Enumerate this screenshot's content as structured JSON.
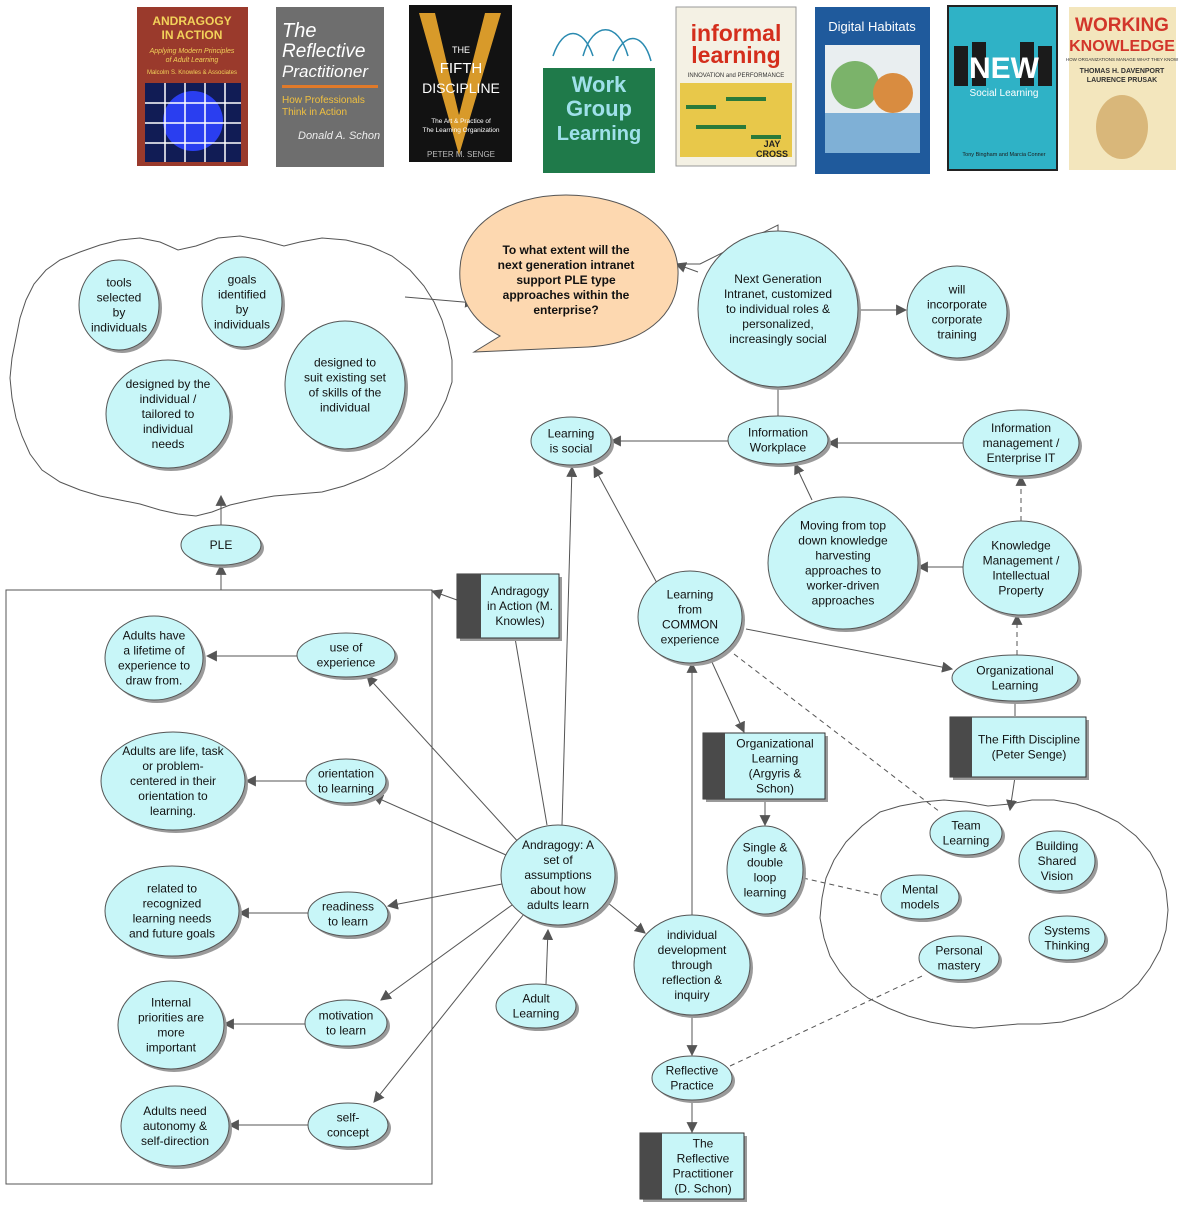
{
  "colors": {
    "node_fill": "#c8f6f8",
    "node_stroke": "#555555",
    "shadow": "#9a9a9a",
    "bubble_fill": "#fdd8b0",
    "edge": "#555555",
    "book_band": "#4a4a4a"
  },
  "books": [
    {
      "title": "ANDRAGOGY IN ACTION",
      "subtitle": "Applying Modern Principles of Adult Learning",
      "author": "Malcolm S. Knowles & Associates",
      "bg": "#9a3a2c",
      "fg": "#f2d25a"
    },
    {
      "title": "The Reflective Practitioner",
      "subtitle": "How Professionals Think in Action",
      "author": "Donald A. Schon",
      "bg": "#6e6e6e",
      "fg": "#ffffff"
    },
    {
      "title": "THE FIFTH DISCIPLINE",
      "subtitle": "The Art & Practice of The Learning Organization",
      "author": "PETER M. SENGE",
      "bg": "#121212",
      "fg": "#ffffff"
    },
    {
      "title": "Work Group Learning",
      "subtitle": "Understanding, Improving & Assessing How Groups Learn in Organizations",
      "author": "",
      "bg": "#1f7a4a",
      "fg": "#9fe0ea"
    },
    {
      "title": "informal learning",
      "subtitle": "INNOVATION and PERFORMANCE",
      "author": "JAY CROSS",
      "bg": "#f4f1e4",
      "fg": "#d42e1c"
    },
    {
      "title": "Digital Habitats",
      "subtitle": "",
      "author": "",
      "bg": "#1f5a9c",
      "fg": "#ffffff"
    },
    {
      "title": "The NEW Social Learning",
      "subtitle": "",
      "author": "Tony Bingham and Marcia Conner",
      "bg": "#2fb2c6",
      "fg": "#ffffff"
    },
    {
      "title": "WORKING KNOWLEDGE",
      "subtitle": "HOW ORGANIZATIONS MANAGE WHAT THEY KNOW",
      "author": "THOMAS H. DAVENPORT LAURENCE PRUSAK",
      "bg": "#f3e6bd",
      "fg": "#d2352a"
    }
  ],
  "question": [
    "To what extent will the",
    "next generation intranet",
    "support PLE type",
    "approaches within the",
    "enterprise?"
  ],
  "nodes": {
    "tools_selected": [
      "tools",
      "selected",
      "by",
      "individuals"
    ],
    "goals_identified": [
      "goals",
      "identified",
      "by",
      "individuals"
    ],
    "designed_by_individual": [
      "designed by the",
      "individual /",
      "tailored to",
      "individual",
      "needs"
    ],
    "designed_to_suit": [
      "designed to",
      "suit existing set",
      "of skills of the",
      "individual"
    ],
    "next_gen_intranet": [
      "Next Generation",
      "Intranet, customized",
      "to individual roles &",
      "personalized,",
      "increasingly social"
    ],
    "corporate_training": [
      "will",
      "incorporate",
      "corporate",
      "training"
    ],
    "learning_is_social": [
      "Learning",
      "is social"
    ],
    "information_workplace": [
      "Information",
      "Workplace"
    ],
    "information_mgmt": [
      "Information",
      "management /",
      "Enterprise IT"
    ],
    "moving_top_down": [
      "Moving from top",
      "down knowledge",
      "harvesting",
      "approaches to",
      "worker-driven",
      "approaches"
    ],
    "knowledge_mgmt": [
      "Knowledge",
      "Management /",
      "Intellectual",
      "Property"
    ],
    "ple": [
      "PLE"
    ],
    "learning_common": [
      "Learning",
      "from",
      "COMMON",
      "experience"
    ],
    "organizational_learning": [
      "Organizational",
      "Learning"
    ],
    "adults_lifetime": [
      "Adults have",
      "a lifetime of",
      "experience to",
      "draw from."
    ],
    "use_of_experience": [
      "use of",
      "experience"
    ],
    "adults_life_task": [
      "Adults are life, task",
      "or problem-",
      "centered in their",
      "orientation to",
      "learning."
    ],
    "orientation_to_learning": [
      "orientation",
      "to learning"
    ],
    "andragogy": [
      "Andragogy: A",
      "set of",
      "assumptions",
      "about how",
      "adults learn"
    ],
    "related_to_needs": [
      "related to",
      "recognized",
      "learning needs",
      "and future goals"
    ],
    "readiness": [
      "readiness",
      "to learn"
    ],
    "internal_priorities": [
      "Internal",
      "priorities are",
      "more",
      "important"
    ],
    "motivation": [
      "motivation",
      "to learn"
    ],
    "adults_autonomy": [
      "Adults need",
      "autonomy &",
      "self-direction"
    ],
    "self_concept": [
      "self-",
      "concept"
    ],
    "adult_learning": [
      "Adult",
      "Learning"
    ],
    "individual_development": [
      "individual",
      "development",
      "through",
      "reflection &",
      "inquiry"
    ],
    "reflective_practice": [
      "Reflective",
      "Practice"
    ],
    "single_double": [
      "Single &",
      "double",
      "loop",
      "learning"
    ],
    "team_learning": [
      "Team",
      "Learning"
    ],
    "shared_vision": [
      "Building",
      "Shared",
      "Vision"
    ],
    "mental_models": [
      "Mental",
      "models"
    ],
    "systems_thinking": [
      "Systems",
      "Thinking"
    ],
    "personal_mastery": [
      "Personal",
      "mastery"
    ]
  },
  "sources": {
    "andragogy_in_action": [
      "Andragogy",
      "in Action (M.",
      "Knowles)"
    ],
    "organizational_learning_argyris": [
      "Organizational",
      "Learning",
      "(Argyris &",
      "Schon)"
    ],
    "fifth_discipline": [
      "The Fifth Discipline",
      "(Peter Senge)"
    ],
    "reflective_practitioner": [
      "The",
      "Reflective",
      "Practitioner",
      "(D. Schon)"
    ]
  }
}
